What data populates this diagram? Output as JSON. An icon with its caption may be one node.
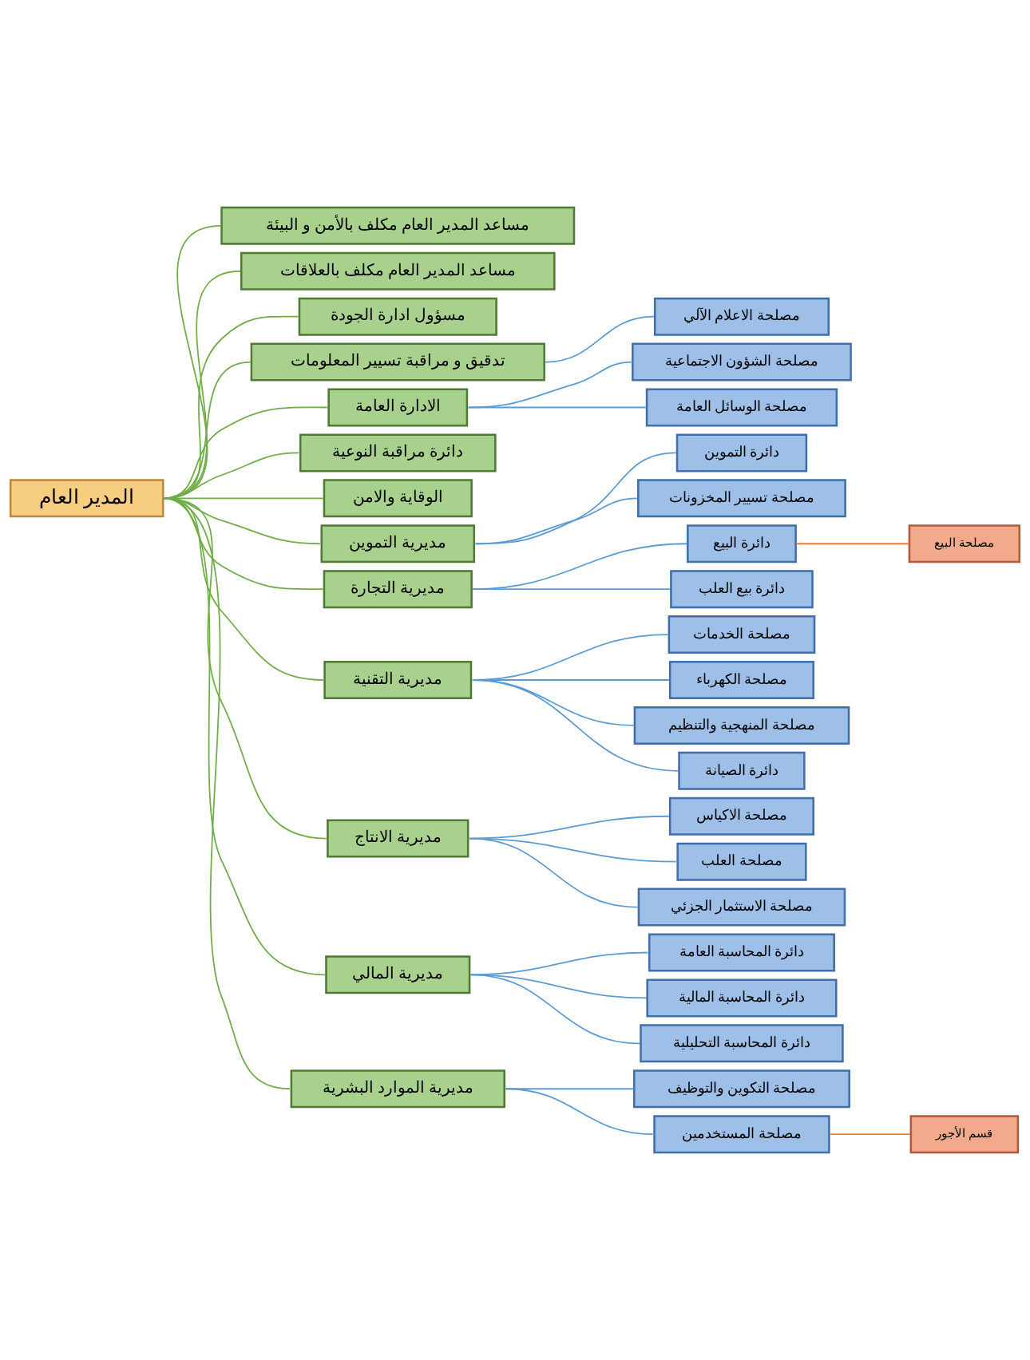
{
  "diagram": {
    "nodes": [
      {
        "text": [
          "المدير العام"
        ]
      },
      {
        "text": [
          "مساعد المدير العام مكلف بالأمن و البيئة"
        ]
      },
      {
        "text": [
          "مساعد المدير العام مكلف بالعلاقات"
        ]
      },
      {
        "text": [
          "مسؤول ادارة الجودة"
        ]
      },
      {
        "text": [
          "تدقيق و مراقبة تسيير المعلومات"
        ]
      },
      {
        "text": [
          "مصلحة الاعلام الآلي"
        ]
      },
      {
        "text": [
          "الادارة العامة"
        ]
      },
      {
        "text": [
          "مصلحة الشؤون الاجتماعية"
        ]
      },
      {
        "text": [
          "مصلحة الوسائل العامة"
        ]
      },
      {
        "text": [
          "دائرة مراقبة النوعية"
        ]
      },
      {
        "text": [
          "الوقاية والامن"
        ]
      },
      {
        "text": [
          "مديرية التموين"
        ]
      },
      {
        "text": [
          "دائرة التموين"
        ]
      },
      {
        "text": [
          "مصلحة تسيير المخزونات"
        ]
      },
      {
        "text": [
          "مديرية التجارة"
        ]
      },
      {
        "text": [
          "دائرة البيع"
        ]
      },
      {
        "text": [
          "مصلحة البيع"
        ]
      },
      {
        "text": [
          "دائرة بيع العلب"
        ]
      },
      {
        "text": [
          "مديرية التقنية"
        ]
      },
      {
        "text": [
          "مصلحة الخدمات"
        ]
      },
      {
        "text": [
          "مصلحة الكهرباء"
        ]
      },
      {
        "text": [
          "مصلحة المنهجية والتنظيم"
        ]
      },
      {
        "text": [
          "دائرة الصيانة"
        ]
      },
      {
        "text": [
          "مديرية الانتاج"
        ]
      },
      {
        "text": [
          "مصلحة الاكياس"
        ]
      },
      {
        "text": [
          "مصلحة العلب"
        ]
      },
      {
        "text": [
          "مصلحة الاستثمار الجزئي"
        ]
      },
      {
        "text": [
          "مديرية المالي"
        ]
      },
      {
        "text": [
          "دائرة المحاسبة العامة"
        ]
      },
      {
        "text": [
          "دائرة المحاسبة المالية"
        ]
      },
      {
        "text": [
          "دائرة المحاسبة التحليلية"
        ]
      },
      {
        "text": [
          "مديرية الموارد البشرية"
        ]
      },
      {
        "text": [
          "مصلحة التكوين والتوظيف"
        ]
      },
      {
        "text": [
          "مصلحة المستخدمين"
        ]
      },
      {
        "text": [
          "قسم الأجور"
        ]
      }
    ],
    "edges": [
      {
        "from": 0,
        "to": 1,
        "arrow": "none",
        "color": "#70ad47"
      },
      {
        "from": 0,
        "to": 2,
        "arrow": "none",
        "color": "#70ad47"
      },
      {
        "from": 0,
        "to": 3,
        "arrow": "none",
        "color": "#70ad47"
      },
      {
        "from": 0,
        "to": 4,
        "arrow": "none",
        "color": "#70ad47"
      },
      {
        "from": 4,
        "to": 5,
        "arrow": "none"
      },
      {
        "from": 0,
        "to": 6,
        "arrow": "none",
        "color": "#70ad47"
      },
      {
        "from": 6,
        "to": 7,
        "arrow": "none"
      },
      {
        "from": 6,
        "to": 8,
        "arrow": "none"
      },
      {
        "from": 0,
        "to": 9,
        "arrow": "none",
        "color": "#70ad47"
      },
      {
        "from": 0,
        "to": 10,
        "arrow": "none",
        "color": "#70ad47"
      },
      {
        "from": 0,
        "to": 11,
        "arrow": "none",
        "color": "#70ad47"
      },
      {
        "from": 11,
        "to": 12,
        "arrow": "none"
      },
      {
        "from": 11,
        "to": 13,
        "arrow": "none"
      },
      {
        "from": 0,
        "to": 14,
        "arrow": "none",
        "color": "#70ad47"
      },
      {
        "from": 14,
        "to": 15,
        "arrow": "none"
      },
      {
        "from": 15,
        "to": 16,
        "arrow": "none",
        "color": "#ed7d31"
      },
      {
        "from": 14,
        "to": 17,
        "arrow": "none"
      },
      {
        "from": 0,
        "to": 18,
        "arrow": "none",
        "color": "#70ad47"
      },
      {
        "from": 18,
        "to": 19,
        "arrow": "none"
      },
      {
        "from": 18,
        "to": 20,
        "arrow": "none"
      },
      {
        "from": 18,
        "to": 21,
        "arrow": "none"
      },
      {
        "from": 18,
        "to": 22,
        "arrow": "none"
      },
      {
        "from": 0,
        "to": 23,
        "arrow": "none",
        "color": "#70ad47"
      },
      {
        "from": 23,
        "to": 24,
        "arrow": "none"
      },
      {
        "from": 23,
        "to": 25,
        "arrow": "none"
      },
      {
        "from": 23,
        "to": 26,
        "arrow": "none"
      },
      {
        "from": 0,
        "to": 27,
        "arrow": "none",
        "color": "#70ad47"
      },
      {
        "from": 27,
        "to": 28,
        "arrow": "none"
      },
      {
        "from": 27,
        "to": 29,
        "arrow": "none"
      },
      {
        "from": 27,
        "to": 30,
        "arrow": "none"
      },
      {
        "from": 0,
        "to": 31,
        "arrow": "none",
        "color": "#70ad47"
      },
      {
        "from": 31,
        "to": 32,
        "arrow": "none"
      },
      {
        "from": 31,
        "to": 33,
        "arrow": "none"
      },
      {
        "from": 33,
        "to": 34,
        "arrow": "none",
        "color": "#ed7d31"
      }
    ]
  }
}
